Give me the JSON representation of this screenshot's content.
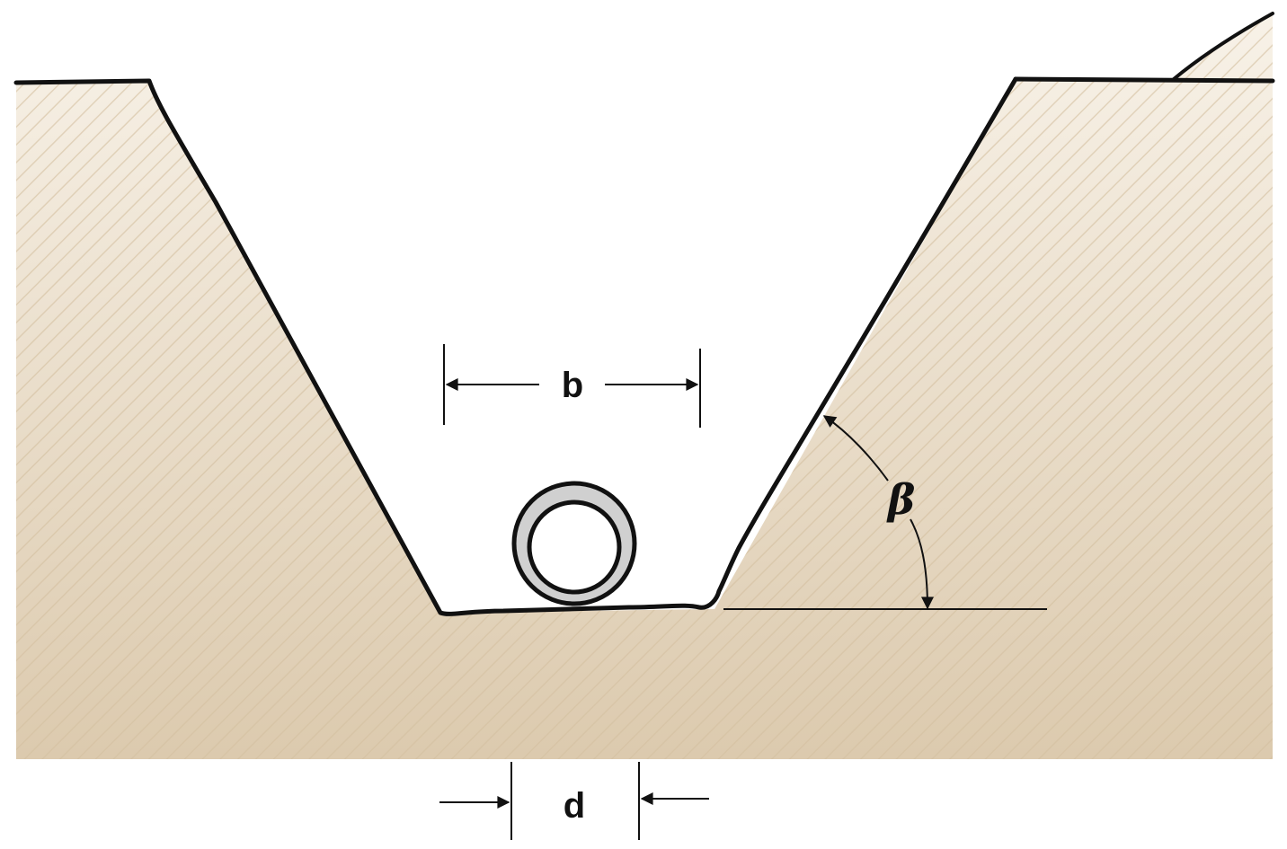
{
  "labels": {
    "width": "b",
    "diameter": "d",
    "angle": "β"
  },
  "colors": {
    "soil_top": "#f8f2e8",
    "soil_bottom": "#dccaae",
    "hatch": "#d4c0a0",
    "outline": "#111111",
    "pipe_wall": "#d0d0d0",
    "pipe_bore": "#ffffff"
  },
  "elements": {
    "trench": "trench-cross-section",
    "pipe": "pipe-cross-section"
  }
}
